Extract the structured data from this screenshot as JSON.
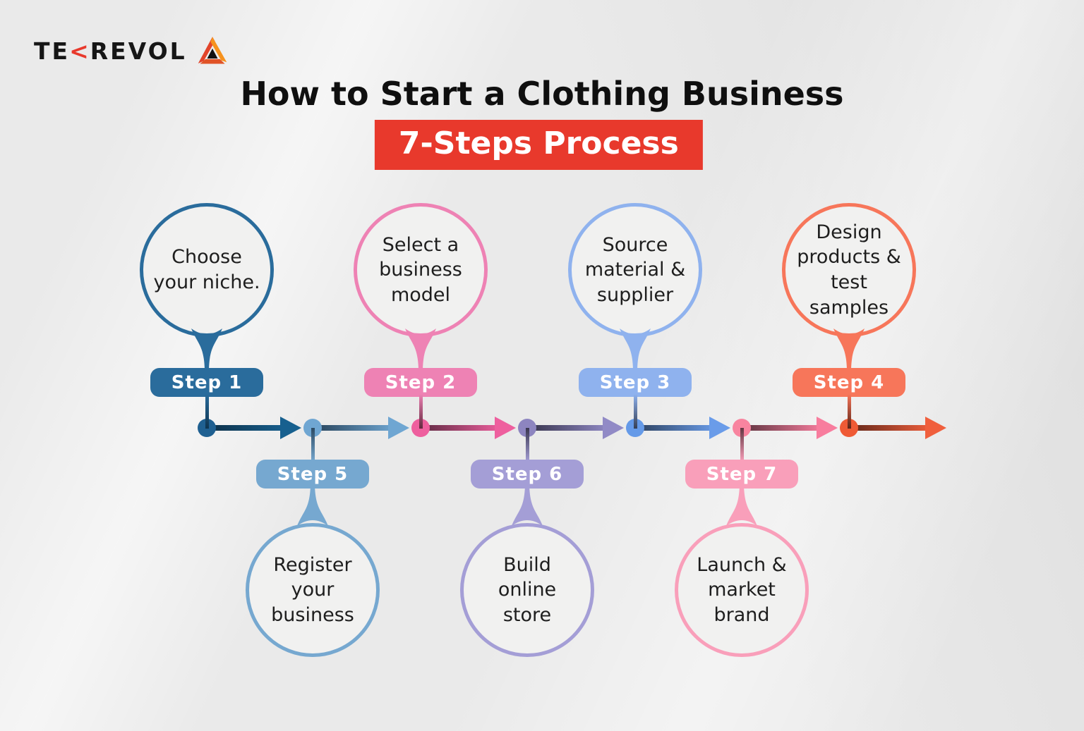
{
  "logo": {
    "part1": "TE",
    "chevron": "<",
    "part2": "REVOL",
    "accent_color": "#e8392c",
    "triangle_colors": {
      "left": "#e2442a",
      "right": "#f6921e",
      "bottom": "#e05326",
      "center": "#111111"
    }
  },
  "header": {
    "title": "How to Start a Clothing Business",
    "subtitle": "7-Steps Process",
    "subtitle_bg": "#e8392c",
    "title_color": "#0f0f0f"
  },
  "steps": [
    {
      "label": "Step 1",
      "description": "Choose your niche.",
      "position": "top",
      "color": "#2a6c9c",
      "color_dark": "#0e3550",
      "dot": "#1f6091",
      "line": "#17608f",
      "line_dark": "#0d2f47"
    },
    {
      "label": "Step 2",
      "description": "Select a business model",
      "position": "top",
      "color": "#ee82b4",
      "color_dark": "#63293f",
      "dot": "#ee5f9e",
      "line": "#ee5f9e",
      "line_dark": "#5e2a42"
    },
    {
      "label": "Step 3",
      "description": "Source material & supplier",
      "position": "top",
      "color": "#8fb2ee",
      "color_dark": "#353f55",
      "dot": "#659ae8",
      "line": "#6a9ce9",
      "line_dark": "#2c405d"
    },
    {
      "label": "Step 4",
      "description": "Design products & test samples",
      "position": "top",
      "color": "#f7765a",
      "color_dark": "#5c2417",
      "dot": "#ef5a35",
      "line": "#f05f3d",
      "line_dark": "#602618"
    },
    {
      "label": "Step 5",
      "description": "Register your business",
      "position": "bottom",
      "color": "#76a8d0",
      "color_dark": "#2c4a63",
      "dot": "#6fa6d2",
      "line": "#6fa6d2",
      "line_dark": "#274259"
    },
    {
      "label": "Step 6",
      "description": "Build online store",
      "position": "bottom",
      "color": "#a49ed6",
      "color_dark": "#3a3750",
      "dot": "#8d85c0",
      "line": "#918ac6",
      "line_dark": "#36334b"
    },
    {
      "label": "Step 7",
      "description": "Launch & market brand",
      "position": "bottom",
      "color": "#f99fba",
      "color_dark": "#623742",
      "dot": "#f8849f",
      "line": "#f87d9e",
      "line_dark": "#5c333e"
    }
  ]
}
